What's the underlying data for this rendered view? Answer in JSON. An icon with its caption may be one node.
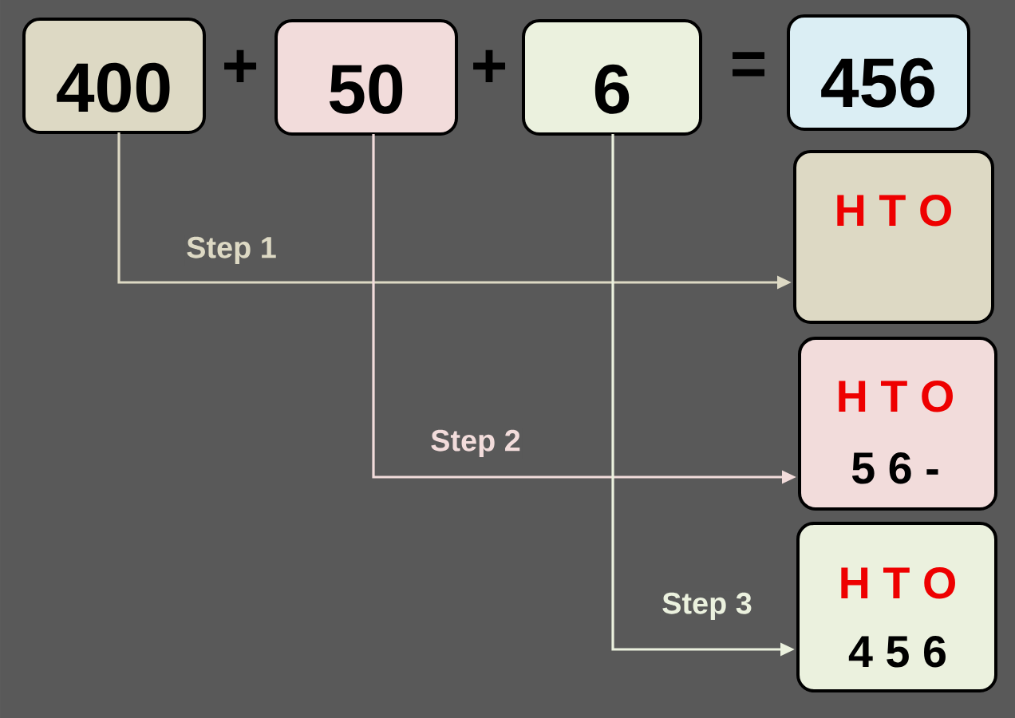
{
  "diagram": {
    "nodes": [
      {
        "text": [
          "400"
        ]
      },
      {
        "text": [
          "50"
        ]
      },
      {
        "text": [
          "6"
        ]
      },
      {
        "text": [
          "456"
        ]
      },
      {
        "text": [
          "H T O"
        ]
      },
      {
        "text": [
          "H T O",
          "5 6 -"
        ]
      },
      {
        "text": [
          "H T O",
          "4 5 6"
        ]
      }
    ],
    "edges": [
      {
        "from": 0,
        "to": 4,
        "arrow": "to",
        "label": "Step 1",
        "color": "#ddd9c4"
      },
      {
        "from": 1,
        "to": 5,
        "arrow": "to",
        "label": "Step 2",
        "color": "#f2dcdb"
      },
      {
        "from": 2,
        "to": 6,
        "arrow": "to",
        "label": "Step 3",
        "color": "#ebf1de"
      }
    ],
    "labels": [
      "+",
      "+",
      "="
    ]
  }
}
